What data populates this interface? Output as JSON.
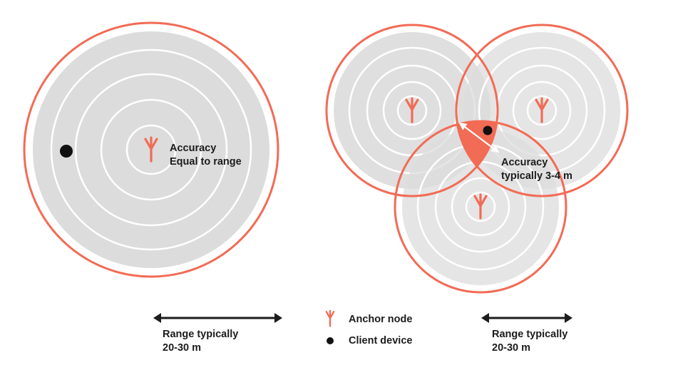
{
  "colors": {
    "accent": "#f26b55",
    "ring_fill": "#dcdcdc",
    "ring_line": "#ffffff",
    "text": "#1c1c1c"
  },
  "left_diagram": {
    "accuracy_line1": "Accuracy",
    "accuracy_line2": "Equal to range"
  },
  "right_diagram": {
    "accuracy_line1": "Accuracy",
    "accuracy_line2": "typically 3-4 m"
  },
  "legend": {
    "anchor_label": "Anchor node",
    "client_label": "Client device",
    "anchor_icon": "antenna-icon",
    "client_icon": "dot-icon"
  },
  "range_left": {
    "line1": "Range typically",
    "line2": "20-30 m"
  },
  "range_right": {
    "line1": "Range typically",
    "line2": "20-30 m"
  }
}
